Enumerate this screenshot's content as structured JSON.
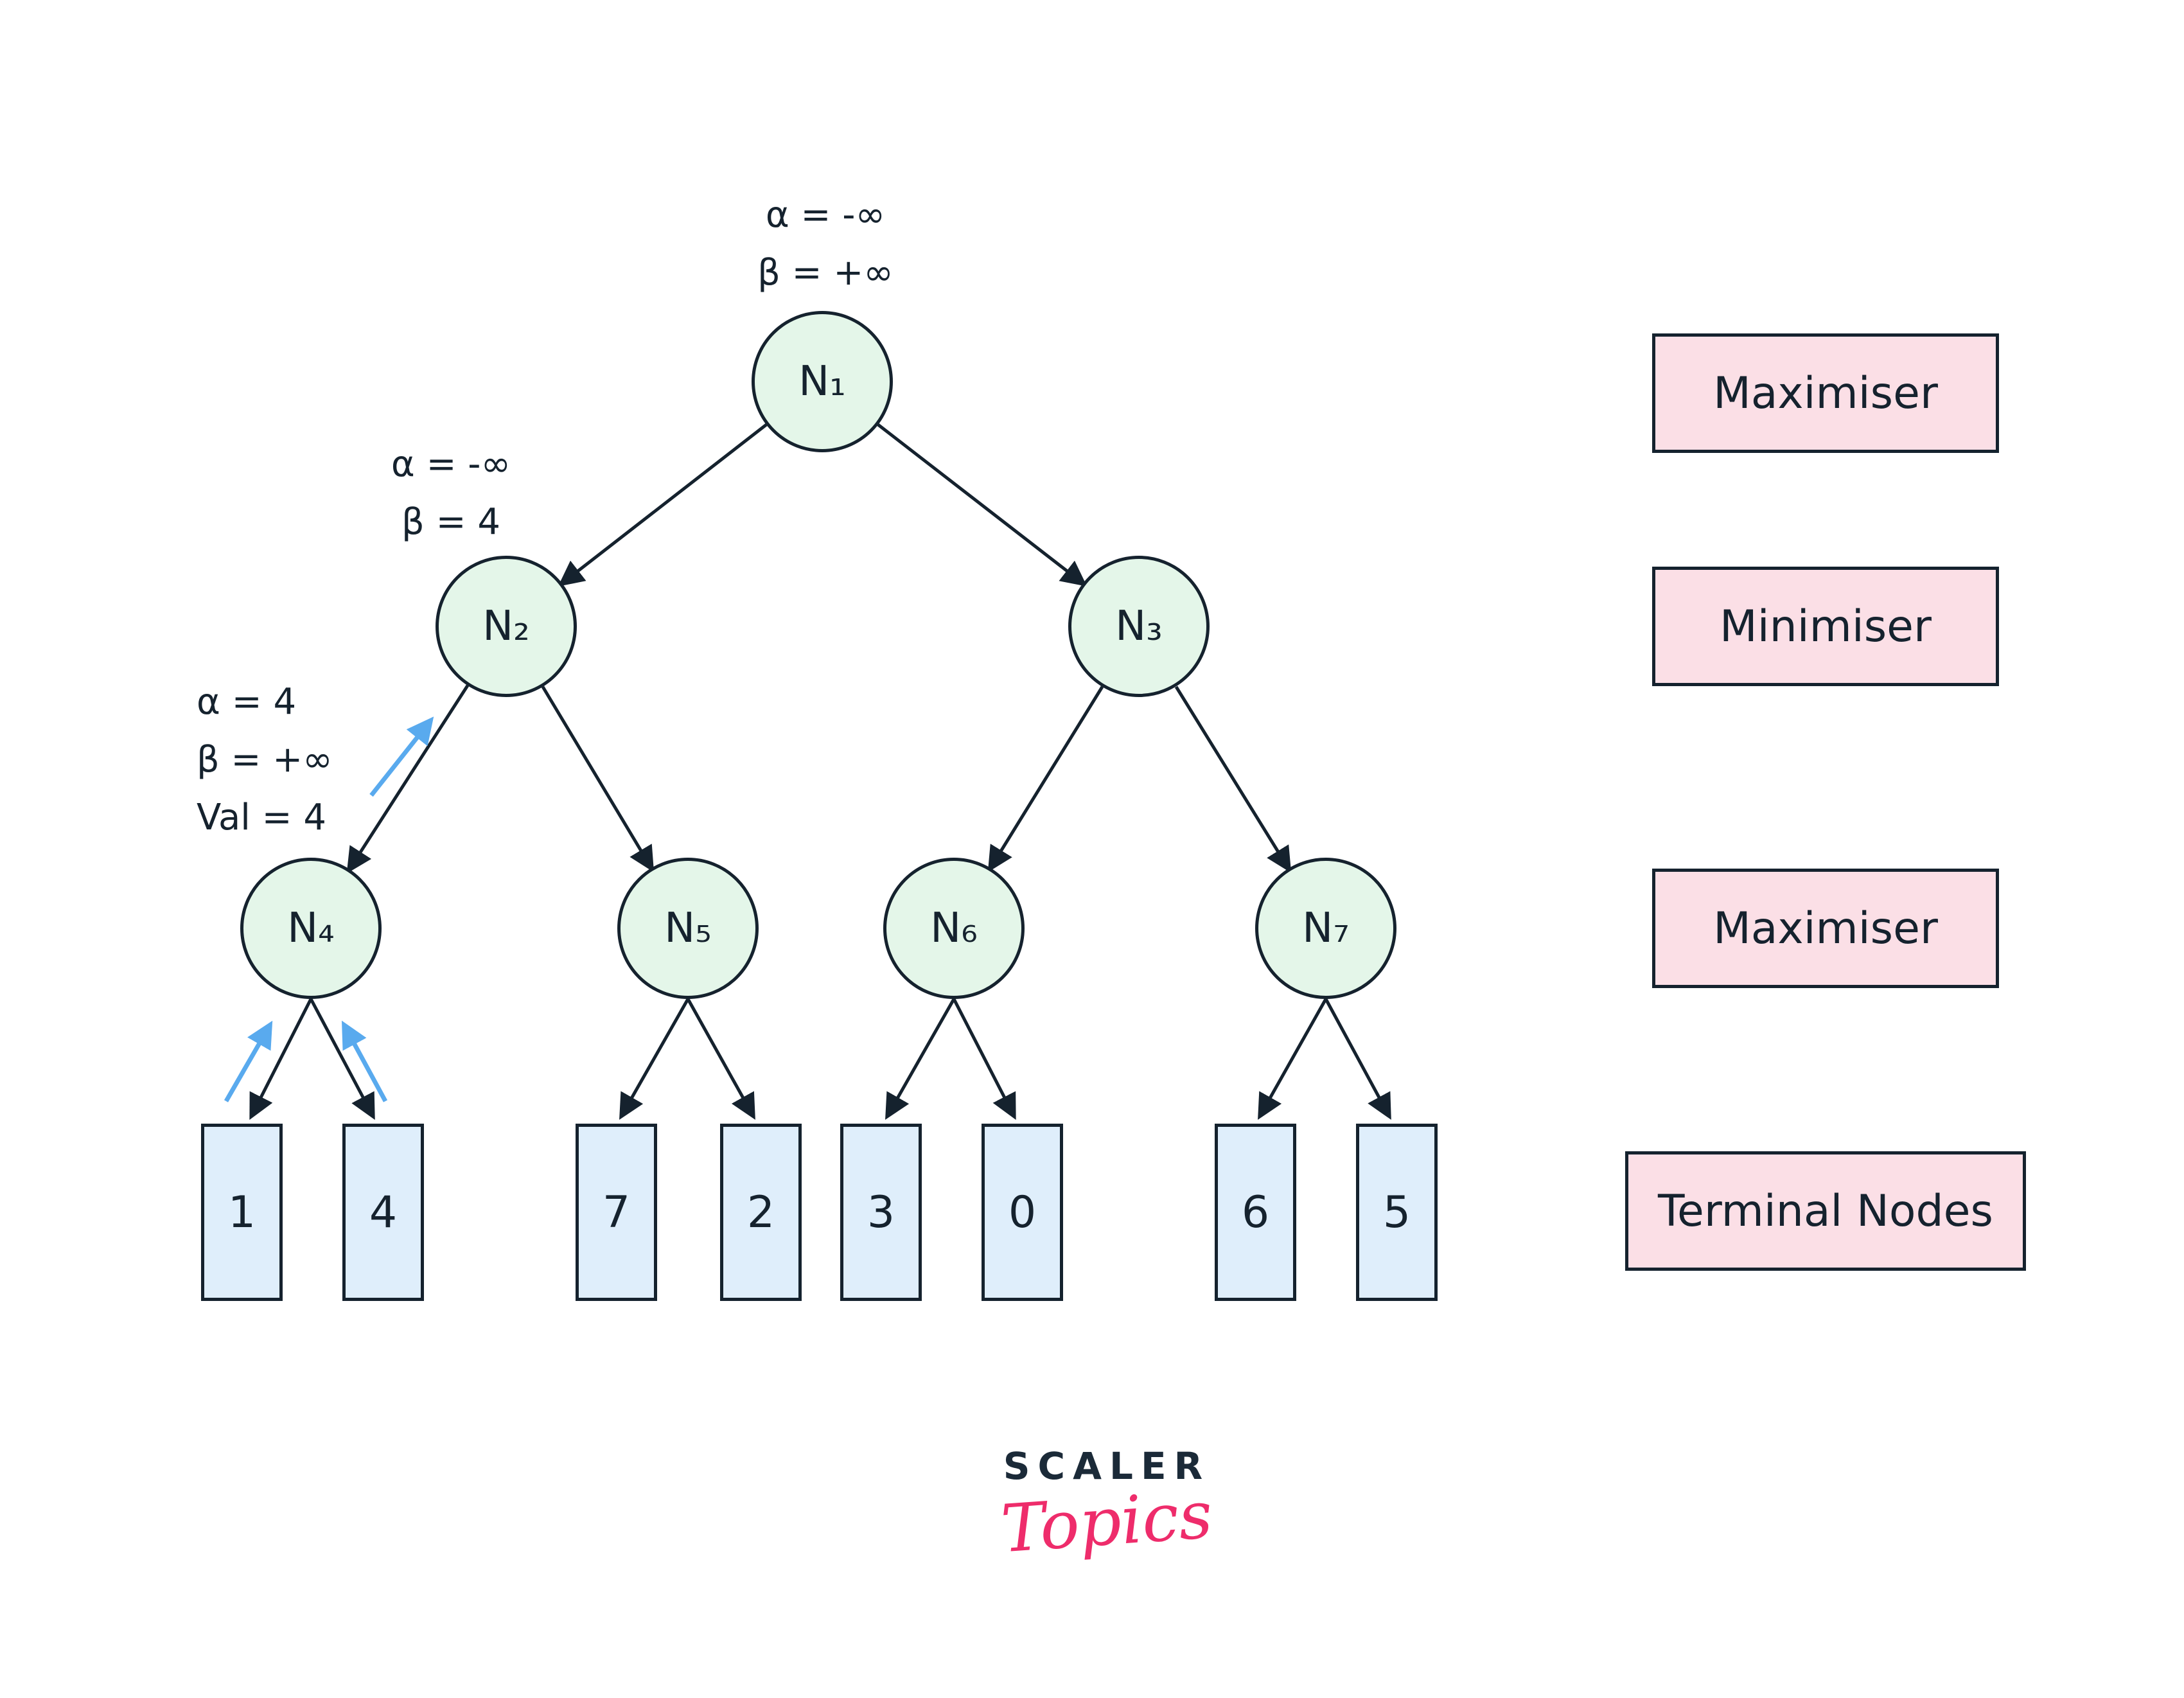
{
  "nodes": {
    "n1": "N₁",
    "n2": "N₂",
    "n3": "N₃",
    "n4": "N₄",
    "n5": "N₅",
    "n6": "N₆",
    "n7": "N₇"
  },
  "annotations": {
    "n1": {
      "lines": [
        "α = -∞",
        "β = +∞"
      ]
    },
    "n2": {
      "lines": [
        "α = -∞",
        "β = 4"
      ]
    },
    "n4": {
      "lines": [
        "α = 4",
        "β = +∞",
        "Val = 4"
      ]
    }
  },
  "terminals": [
    "1",
    "4",
    "7",
    "2",
    "3",
    "0",
    "6",
    "5"
  ],
  "legend": [
    "Maximiser",
    "Minimiser",
    "Maximiser",
    "Terminal Nodes"
  ],
  "logo": {
    "brand": "SCALER",
    "sub": "Topics"
  },
  "colors": {
    "node_fill": "#e4f6e9",
    "terminal_fill": "#dfeefb",
    "legend_fill": "#fbdfe6",
    "outline": "#15222e",
    "edge": "#15222e",
    "highlight_arrow": "#59aaee",
    "logo_pink": "#ee2c6b"
  }
}
